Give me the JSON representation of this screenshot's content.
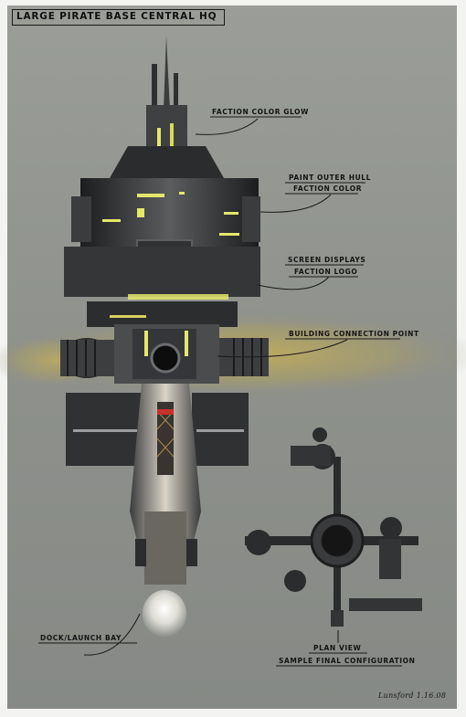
{
  "title": "LARGE PIRATE BASE CENTRAL HQ",
  "callouts": {
    "faction_glow": "FACTION COLOR GLOW",
    "paint_hull_line1": "PAINT OUTER HULL",
    "paint_hull_line2": "FACTION COLOR",
    "screen_line1": "SCREEN DISPLAYS",
    "screen_line2": "FACTION LOGO",
    "connection": "BUILDING CONNECTION POINT",
    "dock": "DOCK/LAUNCH BAY",
    "plan_view": "PLAN VIEW",
    "sample": "SAMPLE FINAL CONFIGURATION"
  },
  "signature": "Lunsford 1.16.08",
  "colors": {
    "background": "#8e918c",
    "glow": "#e3e86a",
    "haze": "#c2ac56",
    "hull": "#2c2e30"
  }
}
